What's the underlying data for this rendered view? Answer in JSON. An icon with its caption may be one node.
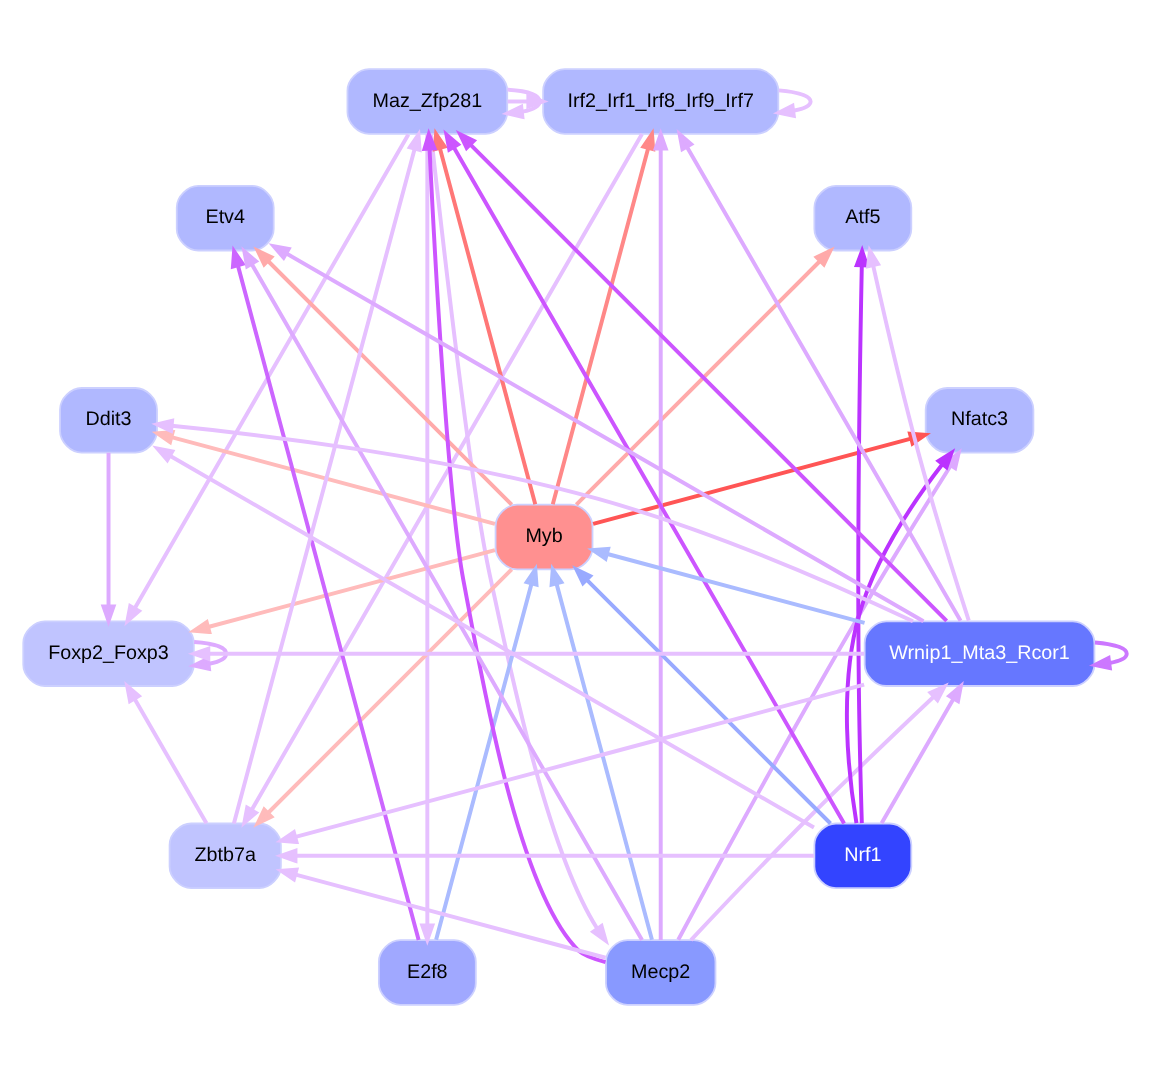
{
  "diagram": {
    "nodes": [
      {
        "text": [
          "Nfatc3"
        ]
      },
      {
        "text": [
          "Atf5"
        ]
      },
      {
        "text": [
          "Irf2_Irf1_Irf8_Irf9_Irf7"
        ]
      },
      {
        "text": [
          "Maz_Zfp281"
        ]
      },
      {
        "text": [
          "Etv4"
        ]
      },
      {
        "text": [
          "Ddit3"
        ]
      },
      {
        "text": [
          "Myb"
        ]
      },
      {
        "text": [
          "Foxp2_Foxp3"
        ]
      },
      {
        "text": [
          "E2f8"
        ]
      },
      {
        "text": [
          "Zbtb7a"
        ]
      },
      {
        "text": [
          "Mecp2"
        ]
      },
      {
        "text": [
          "Nrf1"
        ]
      },
      {
        "text": [
          "Wrnip1_Mta3_Rcor1"
        ]
      }
    ],
    "edges": [
      {
        "from": 6,
        "to": 0,
        "arrow": "to",
        "color": "#ff5555"
      },
      {
        "from": 6,
        "to": 1,
        "arrow": "to",
        "color": "#ffaaaa"
      },
      {
        "from": 6,
        "to": 2,
        "arrow": "to",
        "color": "#ff8888"
      },
      {
        "from": 6,
        "to": 3,
        "arrow": "to",
        "color": "#ff7777"
      },
      {
        "from": 6,
        "to": 4,
        "arrow": "to",
        "color": "#ffaaaa"
      },
      {
        "from": 6,
        "to": 5,
        "arrow": "to",
        "color": "#ffbbbb"
      },
      {
        "from": 6,
        "to": 7,
        "arrow": "to",
        "color": "#ffbbbb"
      },
      {
        "from": 6,
        "to": 9,
        "arrow": "to",
        "color": "#ffbbbb"
      },
      {
        "from": 11,
        "to": 6,
        "arrow": "to",
        "color": "#99aaff"
      },
      {
        "from": 12,
        "to": 6,
        "arrow": "to",
        "color": "#aabbff"
      },
      {
        "from": 10,
        "to": 6,
        "arrow": "to",
        "color": "#aabbff"
      },
      {
        "from": 8,
        "to": 6,
        "arrow": "to",
        "color": "#aabbff"
      },
      {
        "from": 11,
        "to": 1,
        "arrow": "to",
        "color": "#bb33ff"
      },
      {
        "from": 11,
        "to": 0,
        "arrow": "to",
        "color": "#bb33ff"
      },
      {
        "from": 11,
        "to": 3,
        "arrow": "to",
        "color": "#cc55ff"
      },
      {
        "from": 11,
        "to": 12,
        "arrow": "to",
        "color": "#ddaaff"
      },
      {
        "from": 11,
        "to": 9,
        "arrow": "to"
      },
      {
        "from": 12,
        "to": 3,
        "arrow": "to",
        "color": "#cc55ff"
      },
      {
        "from": 12,
        "to": 1,
        "arrow": "to"
      },
      {
        "from": 12,
        "to": 2,
        "arrow": "to",
        "color": "#ddaaff"
      },
      {
        "from": 12,
        "to": 4,
        "arrow": "to",
        "color": "#ddaaff"
      },
      {
        "from": 12,
        "to": 7,
        "arrow": "to"
      },
      {
        "from": 12,
        "to": 5,
        "arrow": "to"
      },
      {
        "from": 12,
        "to": 9,
        "arrow": "to"
      },
      {
        "from": 12,
        "to": 12,
        "arrow": "to",
        "color": "#cc77ff"
      },
      {
        "from": 10,
        "to": 0,
        "arrow": "to",
        "color": "#ddaaff"
      },
      {
        "from": 10,
        "to": 2,
        "arrow": "to",
        "color": "#ddaaff"
      },
      {
        "from": 10,
        "to": 9,
        "arrow": "to"
      },
      {
        "from": 10,
        "to": 12,
        "arrow": "to"
      },
      {
        "from": 10,
        "to": 3,
        "arrow": "to",
        "color": "#cc55ff"
      },
      {
        "from": 10,
        "to": 4,
        "arrow": "to",
        "color": "#ddaaff"
      },
      {
        "from": 3,
        "to": 2,
        "arrow": "to"
      },
      {
        "from": 3,
        "to": 3,
        "arrow": "to"
      },
      {
        "from": 3,
        "to": 8,
        "arrow": "to"
      },
      {
        "from": 3,
        "to": 10,
        "arrow": "to"
      },
      {
        "from": 3,
        "to": 7,
        "arrow": "to"
      },
      {
        "from": 2,
        "to": 2,
        "arrow": "to"
      },
      {
        "from": 2,
        "to": 9,
        "arrow": "to"
      },
      {
        "from": 8,
        "to": 4,
        "arrow": "to",
        "color": "#cc66ff"
      },
      {
        "from": 5,
        "to": 7,
        "arrow": "to",
        "color": "#ddaaff"
      },
      {
        "from": 9,
        "to": 7,
        "arrow": "to"
      },
      {
        "from": 9,
        "to": 3,
        "arrow": "to"
      },
      {
        "from": 7,
        "to": 7,
        "arrow": "to",
        "color": "#ddaaff"
      },
      {
        "from": 11,
        "to": 5,
        "arrow": "to"
      }
    ]
  }
}
